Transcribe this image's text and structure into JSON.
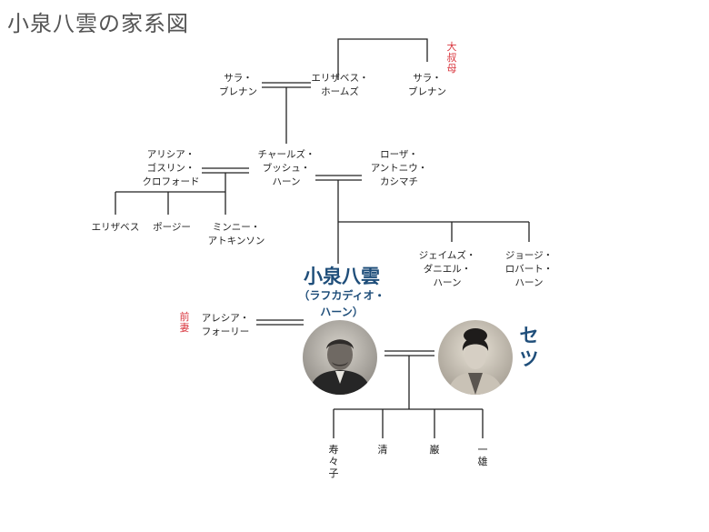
{
  "title": "小泉八雲の家系図",
  "great_aunt_tag": "大\n叔\n母",
  "former_wife_tag": "前\n妻",
  "people": {
    "sara_left": "サラ・\nブレナン",
    "elizabeth_holmes": "エリザベス・\nホームズ",
    "sara_right": "サラ・\nブレナン",
    "alicia": "アリシア・\nゴスリン・\nクロフォード",
    "charles": "チャールズ・\nブッシュ・\nハーン",
    "rosa": "ローザ・\nアントニウ・\nカシマチ",
    "elizabeth": "エリザベス",
    "posey": "ポージー",
    "minnie": "ミンニー・\nアトキンソン",
    "james": "ジェイムズ・\nダニエル・\nハーン",
    "george": "ジョージ・\nロバート・\nハーン",
    "alethea": "アレシア・\nフォーリー"
  },
  "yakumo": {
    "name": "小泉八雲",
    "sub": "（ラフカディオ・\nハーン）"
  },
  "setsu": "セ\nツ",
  "children": [
    "寿\n々\n子",
    "清",
    "巌",
    "一\n雄"
  ],
  "colors": {
    "line": "#222222",
    "accent_red": "#d9363e",
    "accent_blue": "#1f4e7a"
  },
  "icons": {
    "yakumo_photo": "portrait-man-icon",
    "setsu_photo": "portrait-woman-icon"
  }
}
